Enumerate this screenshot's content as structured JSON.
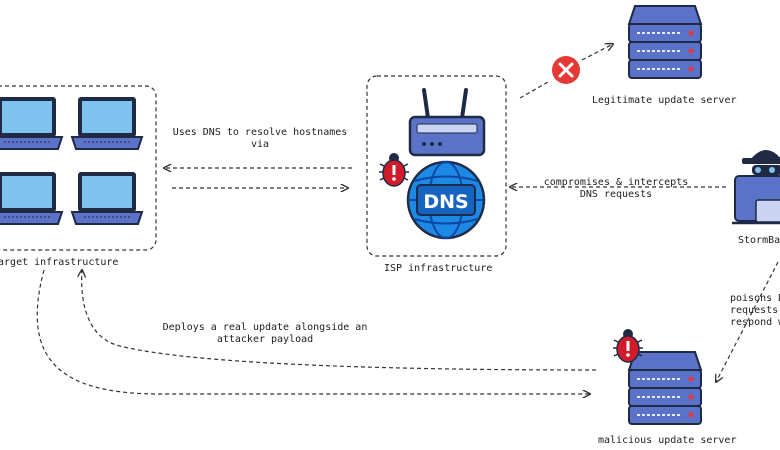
{
  "nodes": {
    "target": {
      "label": "Target infrastructure"
    },
    "isp": {
      "label": "ISP infrastructure"
    },
    "legit_server": {
      "label": "Legitimate update server"
    },
    "attacker": {
      "label": "StormBa"
    },
    "malicious_server": {
      "label": "malicious update server"
    }
  },
  "edges": {
    "dns_resolve": {
      "line1": "Uses DNS to resolve hostnames",
      "line2": "via"
    },
    "compromise": {
      "line1": "compromises & intercepts",
      "line2": "DNS requests"
    },
    "poison": {
      "line1": "poisons D",
      "line2": "requests",
      "line3": "respond w"
    },
    "deploy": {
      "line1": "Deploys a real update alongside an",
      "line2": "attacker payload"
    }
  },
  "dns_badge": {
    "text": "DNS"
  },
  "colors": {
    "device_blue": "#5b72c9",
    "device_dark": "#1f2a44",
    "screen_blue": "#7ec3ee",
    "globe_blue": "#1e88e5",
    "bug_red": "#d11a2a",
    "error_red": "#e53935",
    "line": "#333333"
  }
}
